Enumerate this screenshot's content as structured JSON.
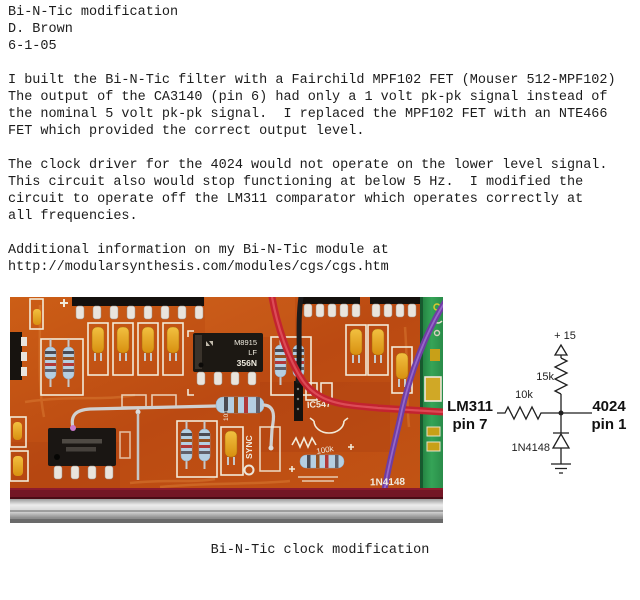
{
  "document": {
    "header_block": "Bi-N-Tic modification\nD. Brown\n6-1-05",
    "paragraph1": "I built the Bi-N-Tic filter with a Fairchild MPF102 FET (Mouser 512-MPF102)\nThe output of the CA3140 (pin 6) had only a 1 volt pk-pk signal instead of\nthe nominal 5 volt pk-pk signal.  I replaced the MPF102 FET with an NTE466\nFET which provided the correct output level.",
    "paragraph2": "The clock driver for the 4024 would not operate on the lower level signal.\nThis circuit also would stop functioning at below 5 Hz.  I modified the\ncircuit to operate off the LM311 comparator which operates correctly at\nall frequencies.",
    "paragraph3": "Additional information on my Bi-N-Tic module at\nhttp://modularsynthesis.com/modules/cgs/cgs.htm",
    "caption": "Bi-N-Tic clock modification"
  },
  "schematic": {
    "power_rail": "+ 15",
    "pullup_resistor": "15k",
    "series_resistor": "10k",
    "source_device": "LM311",
    "source_pin": "pin 7",
    "dest_device": "4024",
    "dest_pin": "pin 1",
    "clamp_diode": "1N4148"
  },
  "photo": {
    "ic_opamp": {
      "line1": "M8915",
      "line2": "LF",
      "line3": "356N"
    },
    "silkscreen": {
      "transistor_label": "IC547",
      "sync_label": "SYNC",
      "diode_label": "1N4148",
      "resistor_label": "100k",
      "mod_resistor_label": "101"
    }
  },
  "colors": {
    "board_orange": "#c35715",
    "board_red": "#9c3310",
    "silkscreen_white": "#f2ead8",
    "ic_black": "#1a1613",
    "resistor_blue": "#b5cfe2",
    "cap_yellow": "#e8a81e",
    "wire_red": "#c32330",
    "wire_purple": "#6f3da3",
    "wire_black": "#1c1c1c",
    "green_board": "#2e9b50",
    "rail_silver": "#c9c9c9",
    "text_black": "#1c1c1c"
  }
}
